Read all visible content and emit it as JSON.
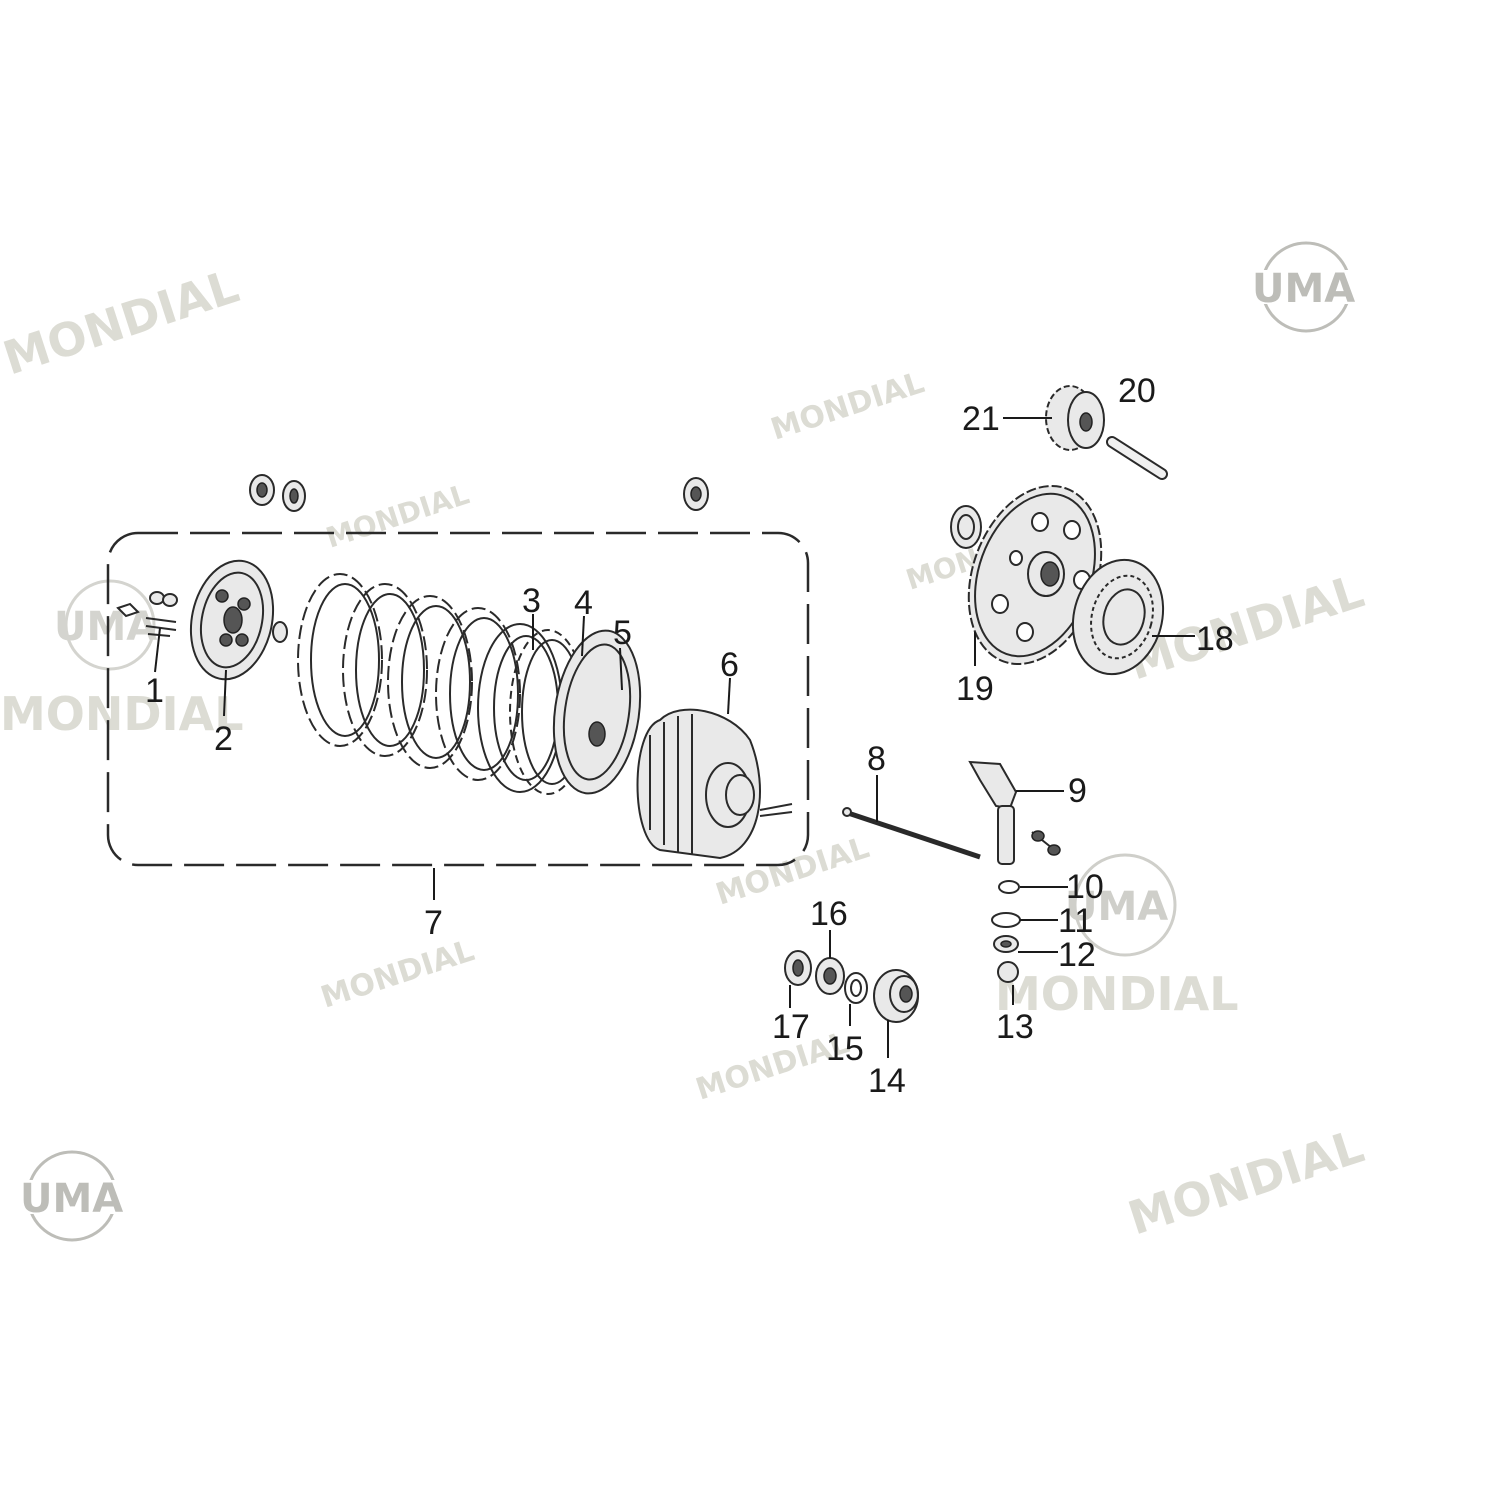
{
  "watermarks": {
    "brand": "MONDIAL",
    "logo": "UMA"
  },
  "callouts": {
    "c1": "1",
    "c2": "2",
    "c3": "3",
    "c4": "4",
    "c5": "5",
    "c6": "6",
    "c7": "7",
    "c8": "8",
    "c9": "9",
    "c10": "10",
    "c11": "11",
    "c12": "12",
    "c13": "13",
    "c14": "14",
    "c15": "15",
    "c16": "16",
    "c17": "17",
    "c18": "18",
    "c19": "19",
    "c20": "20",
    "c21": "21"
  }
}
